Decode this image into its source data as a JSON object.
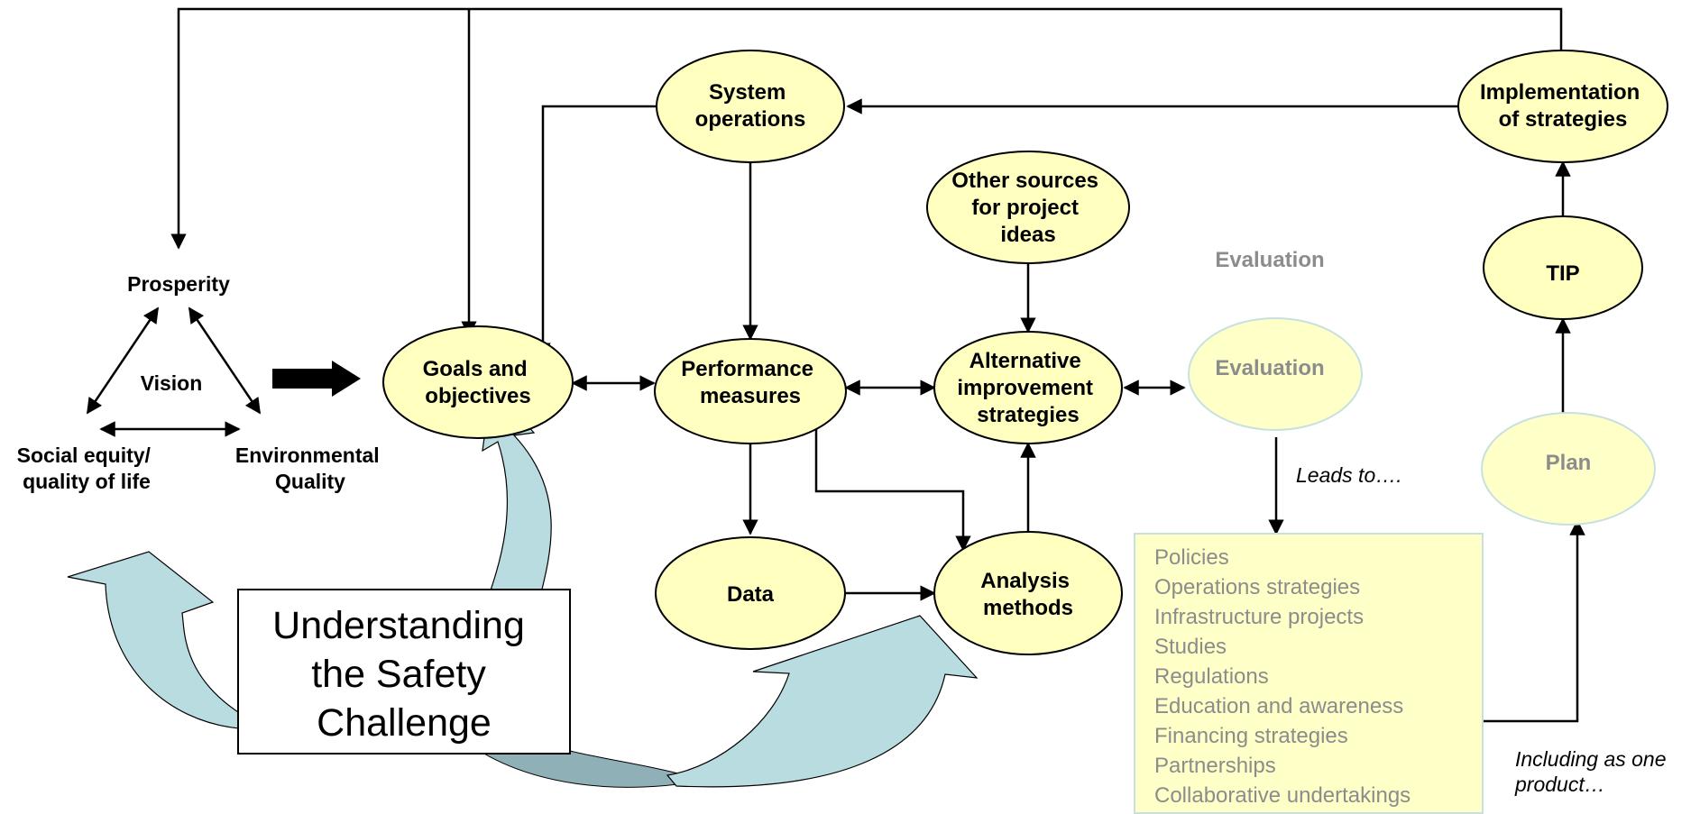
{
  "vision_triangle": {
    "prosperity": "Prosperity",
    "vision": "Vision",
    "social_equity": [
      "Social equity/",
      "quality of life"
    ],
    "environmental_quality": [
      "Environmental",
      "Quality"
    ]
  },
  "nodes": {
    "goals": [
      "Goals and",
      "objectives"
    ],
    "system_operations": [
      "System",
      "operations"
    ],
    "performance_measures": [
      "Performance",
      "measures"
    ],
    "data": [
      "Data"
    ],
    "other_sources": [
      "Other sources",
      "for project",
      "ideas"
    ],
    "alternative_strategies": [
      "Alternative",
      "improvement",
      "strategies"
    ],
    "analysis_methods": [
      "Analysis",
      "methods"
    ],
    "evaluation": [
      "Evaluation"
    ],
    "implementation": [
      "Implementation",
      "of strategies"
    ],
    "tip": [
      "TIP"
    ],
    "plan": [
      "Plan"
    ]
  },
  "evaluation_heading": "Evaluation",
  "annotations": {
    "leads_to": "Leads to….",
    "including": [
      "Including as one",
      "product…"
    ]
  },
  "products_list": [
    "Policies",
    "Operations strategies",
    "Infrastructure projects",
    "Studies",
    "Regulations",
    "Education and awareness",
    "Financing strategies",
    "Partnerships",
    "Collaborative undertakings"
  ],
  "safety_box": [
    "Understanding",
    "the Safety",
    "Challenge"
  ],
  "colors": {
    "node_fill": "#ffffc0",
    "faded_text": "#8c8c8c",
    "curved_arrow_fill": "#b8dce0",
    "products_box_fill": "#ffffc8"
  }
}
